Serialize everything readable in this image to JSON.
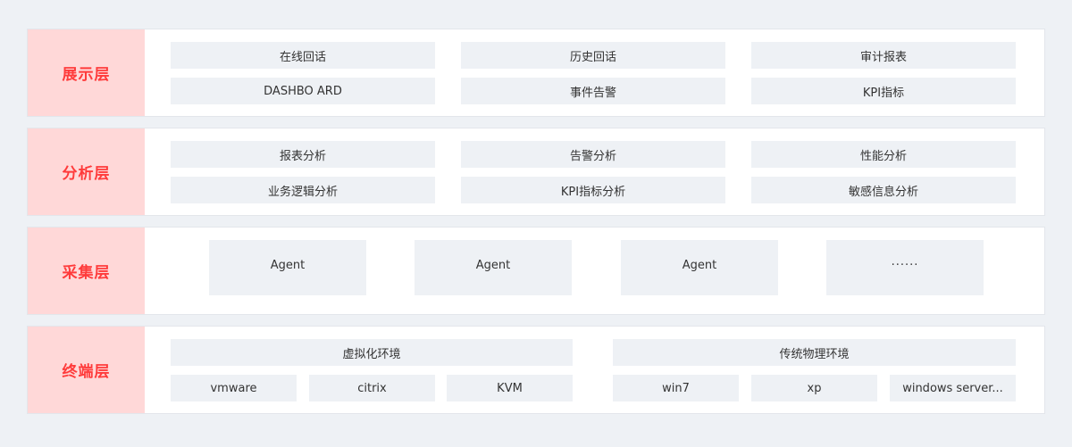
{
  "colors": {
    "page_bg": "#eef1f5",
    "panel_bg": "#ffffff",
    "label_bg": "#ffd8d8",
    "label_text": "#ff3b3b",
    "box_bg": "#eef1f5",
    "box_text": "#333333"
  },
  "layers": [
    {
      "label": "展示层",
      "items": [
        "在线回话",
        "历史回话",
        "审计报表",
        "DASHBO ARD",
        "事件告警",
        "KPI指标"
      ]
    },
    {
      "label": "分析层",
      "items": [
        "报表分析",
        "告警分析",
        "性能分析",
        "业务逻辑分析",
        "KPI指标分析",
        "敏感信息分析"
      ]
    },
    {
      "label": "采集层",
      "items": [
        "Agent",
        "Agent",
        "Agent",
        "······"
      ]
    },
    {
      "label": "终端层",
      "groups": [
        {
          "title": "虚拟化环境",
          "items": [
            "vmware",
            "citrix",
            "KVM"
          ]
        },
        {
          "title": "传统物理环境",
          "items": [
            "win7",
            "xp",
            "windows server..."
          ]
        }
      ]
    }
  ]
}
